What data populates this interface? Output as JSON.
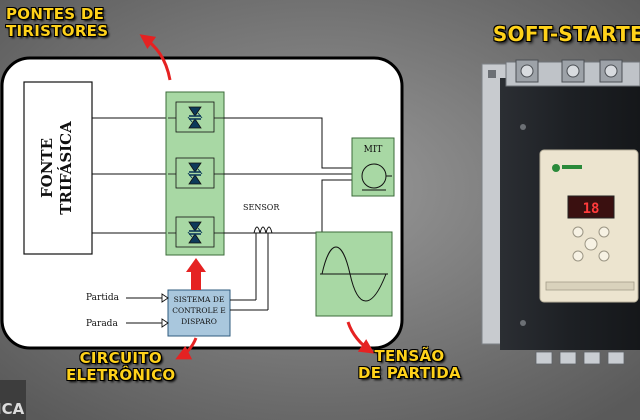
{
  "callouts": {
    "pontes_line1": "PONTES DE",
    "pontes_line2": "TIRISTORES",
    "circuito_line1": "CIRCUITO",
    "circuito_line2": "ELETRÔNICO",
    "tensao_line1": "TENSÃO",
    "tensao_line2": "DE PARTIDA",
    "soft_starter": "SOFT-STARTE"
  },
  "diagram": {
    "source_line1": "FONTE",
    "source_line2": "TRIFÁSICA",
    "motor": "MIT",
    "sensor": "SENSOR",
    "control_line1": "SISTEMA DE",
    "control_line2": "CONTROLE E",
    "control_line3": "DISPARO",
    "input_start": "Partida",
    "input_stop": "Parada"
  },
  "device": {
    "display_value": "18"
  },
  "watermark": {
    "partial_text": "ICA"
  },
  "colors": {
    "callout_yellow": "#ffd21a",
    "arrow_red": "#e52222",
    "thyristor_green": "#a8d8a4",
    "control_blue": "#a9c7dd",
    "display_red": "#d8232a"
  }
}
